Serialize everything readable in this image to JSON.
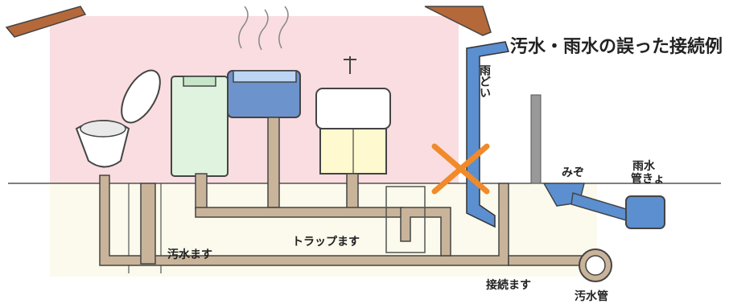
{
  "title": "汚水・雨水の誤った接続例",
  "labels": {
    "rain_gutter": "雨どい",
    "ditch": "みぞ",
    "rain_pipe_line1": "雨水",
    "rain_pipe_line2": "管きょ",
    "trap_basin": "トラップます",
    "sewage_basin": "汚水ます",
    "connection_basin": "接続ます",
    "sewer_pipe": "汚水管"
  },
  "colors": {
    "house_wall": "#f9dde0",
    "roof": "#b5693a",
    "pipe": "#c9b49a",
    "pipe_outline": "#444444",
    "rain_pipe": "#5b8fd0",
    "wrong_mark": "#f08a2a",
    "ground": "#fbfaec"
  }
}
